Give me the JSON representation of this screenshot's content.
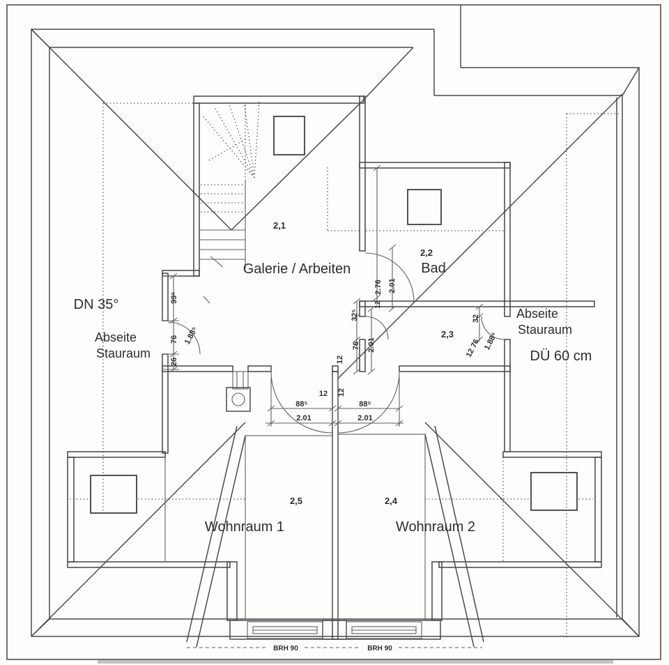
{
  "plan": {
    "roof": {
      "dn": "DN 35°",
      "due": "DÜ 60 cm"
    },
    "abseite_left": {
      "line1": "Abseite",
      "line2": "Stauraum"
    },
    "abseite_right": {
      "line1": "Abseite",
      "line2": "Stauraum"
    },
    "rooms": {
      "r21": {
        "no": "2,1",
        "name": "Galerie / Arbeiten"
      },
      "r22": {
        "no": "2,2",
        "name": "Bad"
      },
      "r23": {
        "no": "2,3"
      },
      "r24": {
        "no": "2,4",
        "name": "Wohnraum 2"
      },
      "r25": {
        "no": "2,5",
        "name": "Wohnraum 1"
      }
    },
    "sills": {
      "left": "BRH 90",
      "right": "BRH 90"
    },
    "dims": {
      "left_99": "99⁵",
      "left_76": "76",
      "left_26": "26",
      "left_188": "1.88⁵",
      "bad_276": "2.76",
      "bad_12": "12",
      "bad_201": "2.01",
      "mid_325": "32⁵",
      "mid_76": "76",
      "mid_201": "2.01",
      "mid_12": "12",
      "right_32": "32",
      "right_1276": "12 76",
      "right_188": "1.88⁵",
      "door1_885": "88⁵",
      "door1_201": "2.01",
      "door2_885": "88⁵",
      "door2_201": "2.01",
      "wall_12a": "12",
      "wall_12b": "12"
    }
  }
}
